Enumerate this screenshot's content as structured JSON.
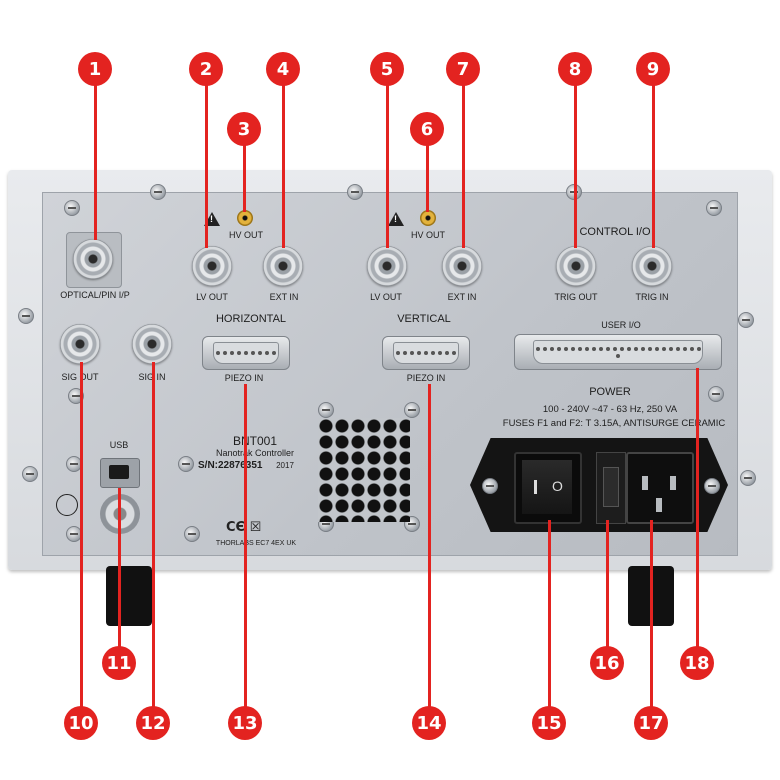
{
  "panel_labels": {
    "optical_pin": "OPTICAL/PIN I/P",
    "lv_out_h": "LV OUT",
    "hv_out_h": "HV OUT",
    "ext_in_h": "EXT IN",
    "lv_out_v": "LV OUT",
    "hv_out_v": "HV OUT",
    "ext_in_v": "EXT IN",
    "control_io": "CONTROL I/O",
    "trig_out": "TRIG OUT",
    "trig_in": "TRIG IN",
    "horizontal": "HORIZONTAL",
    "vertical": "VERTICAL",
    "piezo_in_h": "PIEZO IN",
    "piezo_in_v": "PIEZO IN",
    "user_io": "USER I/O",
    "sig_out": "SIG OUT",
    "sig_in": "SIG IN",
    "usb": "USB",
    "model": "BNT001",
    "model_sub": "Nanotrak Controller",
    "serial": "S/N:22876351",
    "year": "2017",
    "maker": "THORLABS EC7 4EX UK",
    "power_title": "POWER",
    "power_rating": "100 - 240V ~47 - 63 Hz, 250 VA",
    "fuses": "FUSES F1 and F2: T 3.15A, ANTISURGE CERAMIC",
    "switch_off": "O"
  },
  "callouts": [
    "1",
    "2",
    "3",
    "4",
    "5",
    "6",
    "7",
    "8",
    "9",
    "10",
    "11",
    "12",
    "13",
    "14",
    "15",
    "16",
    "17",
    "18"
  ],
  "colors": {
    "callout": "#e32320",
    "panel": "#c4c8cd",
    "chassis": "#e3e5e8"
  }
}
